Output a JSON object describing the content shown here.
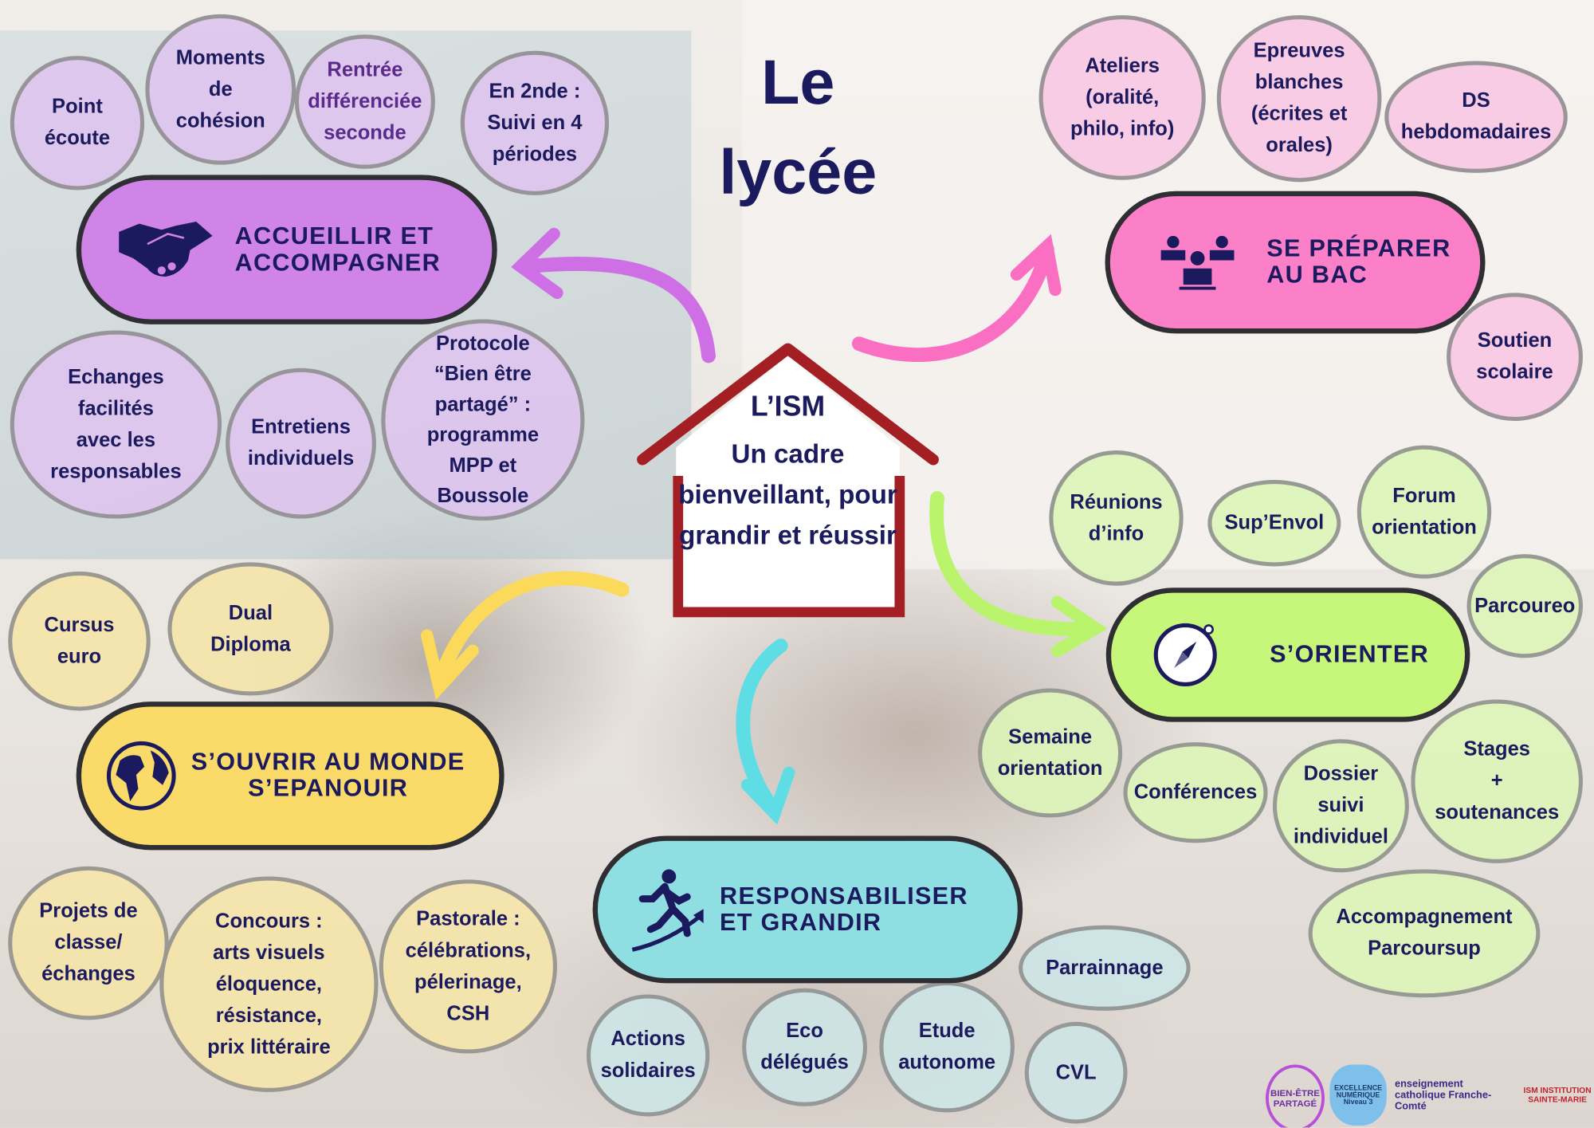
{
  "title": {
    "line1": "Le",
    "line2": "lycée"
  },
  "center": {
    "name": "L’ISM",
    "text": "Un cadre bienveillant, pour grandir et réussir"
  },
  "colors": {
    "navy": "#1c1a5e",
    "purple": "#d084e8",
    "pink": "#fb80c8",
    "green": "#c6f77a",
    "yellow": "#fadb6a",
    "cyan": "#8fdfe2",
    "house": "#a31f24"
  },
  "accueillir": {
    "label": "ACCUEILLIR ET\nACCOMPAGNER",
    "icon": "handshake-icon",
    "items": [
      "Point\nécoute",
      "Moments\nde\ncohésion",
      "Rentrée\ndifférenciée\nseconde",
      "En 2nde :\nSuivi en 4\npériodes",
      "Echanges\nfacilités\navec les\nresponsables",
      "Entretiens\nindividuels",
      "Protocole\n“Bien être\npartagé” :\nprogramme\nMPP et\nBoussole"
    ]
  },
  "bac": {
    "label": "SE PRÉPARER\nAU BAC",
    "icon": "students-icon",
    "items": [
      "Ateliers\n(oralité,\nphilo, info)",
      "Epreuves\nblanches\n(écrites et\norales)",
      "DS\nhebdomadaires",
      "Soutien\nscolaire"
    ]
  },
  "orienter": {
    "label": "S’ORIENTER",
    "icon": "compass-icon",
    "items": [
      "Réunions\nd’info",
      "Sup’Envol",
      "Forum\norientation",
      "Parcoureo",
      "Semaine\norientation",
      "Conférences",
      "Dossier\nsuivi\nindividuel",
      "Stages\n+\nsoutenances",
      "Accompagnement\nParcoursup"
    ]
  },
  "monde": {
    "label": "S’OUVRIR AU MONDE\nS’EPANOUIR",
    "icon": "globe-icon",
    "items": [
      "Cursus\neuro",
      "Dual\nDiploma",
      "Projets de\nclasse/\néchanges",
      "Concours :\narts visuels\néloquence,\nrésistance,\nprix littéraire",
      "Pastorale :\ncélébrations,\npélerinage,\nCSH"
    ]
  },
  "responsabiliser": {
    "label": "RESPONSABILISER\nET GRANDIR",
    "icon": "runner-icon",
    "items": [
      "Parrainnage",
      "Actions\nsolidaires",
      "Eco\ndélégués",
      "Etude\nautonome",
      "CVL"
    ]
  },
  "logos": [
    "BIEN-ÊTRE PARTAGÉ",
    "EXCELLENCE NUMÉRIQUE Niveau 3",
    "enseignement catholique Franche-Comté",
    "ISM INSTITUTION SAINTE-MARIE"
  ]
}
